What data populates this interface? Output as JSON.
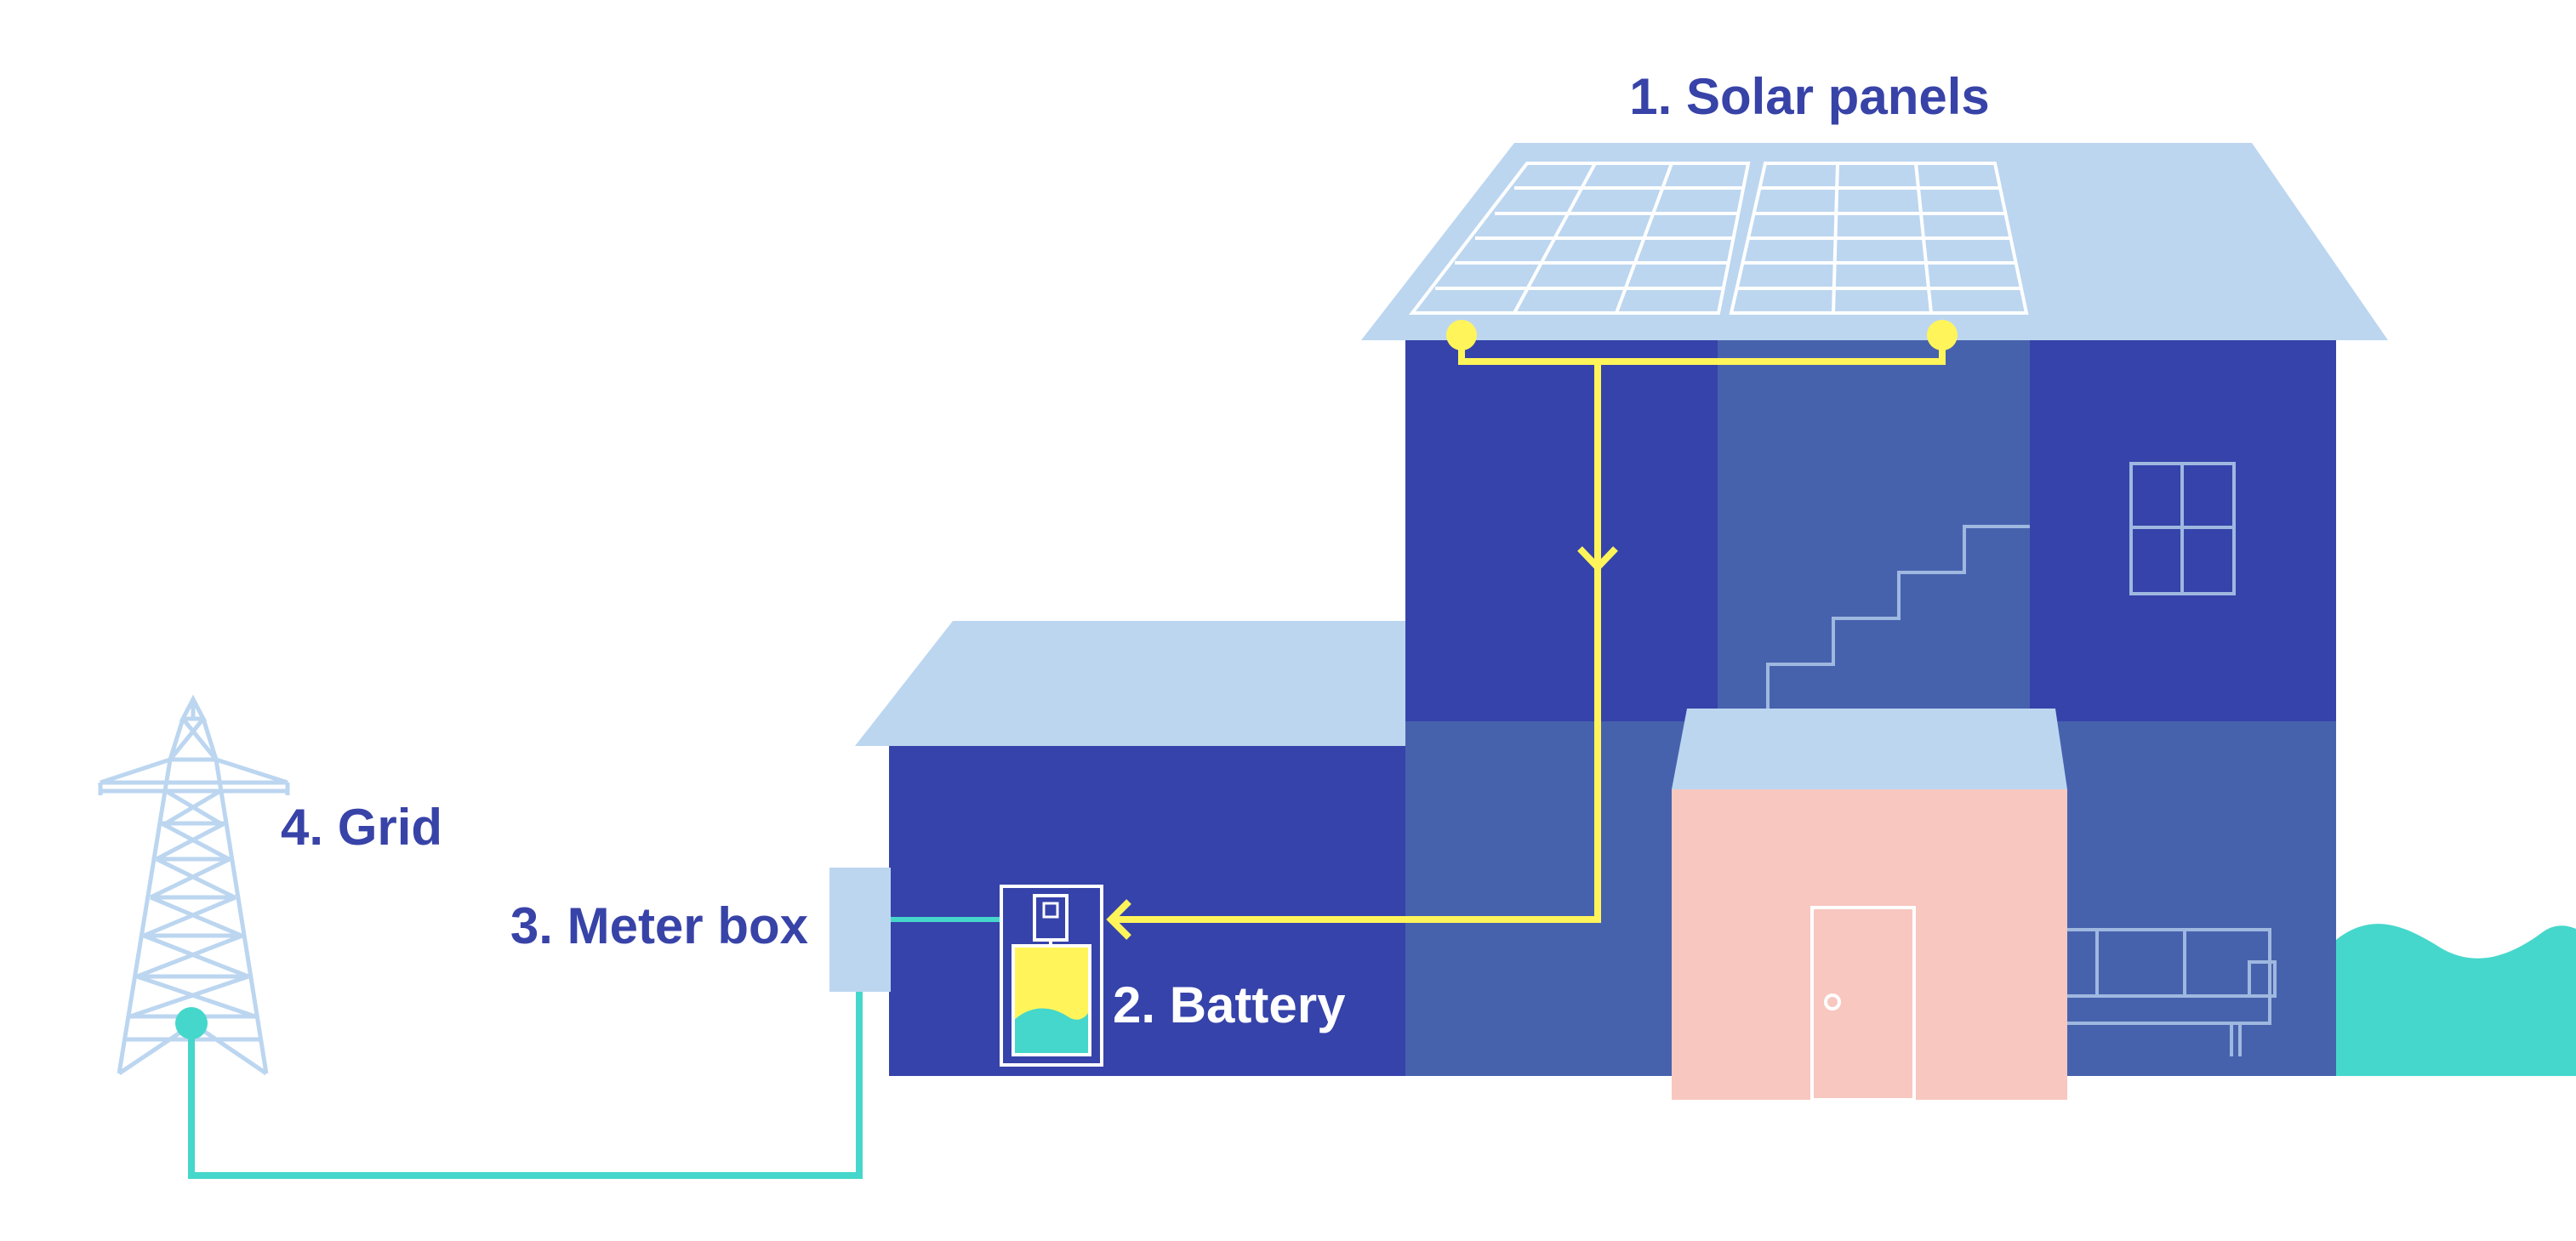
{
  "labels": {
    "solar_panels": "1. Solar panels",
    "battery": "2. Battery",
    "meter_box": "3. Meter box",
    "grid": "4. Grid"
  },
  "colors": {
    "label_dark": "#3843a8",
    "label_light": "#ffffff",
    "roof": "#bcd6f0",
    "wall_dark": "#3643aa",
    "wall_mid": "#4762ad",
    "door_annex": "#f7c7c0",
    "solar_wire": "#fff55a",
    "grid_wire": "#45d7cb",
    "pylon": "#bcd6f0"
  },
  "icons": [
    "solar-panel-icon",
    "battery-icon",
    "meter-box-icon",
    "pylon-icon",
    "stairs-icon",
    "window-icon",
    "sofa-icon",
    "door-icon",
    "bush-icon"
  ]
}
